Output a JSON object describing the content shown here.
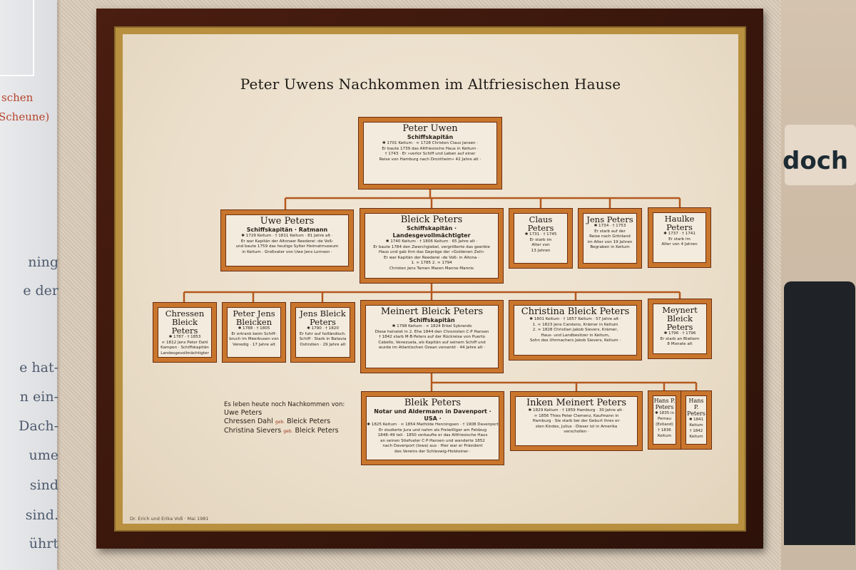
{
  "background": {
    "left_panel_lines": [
      "schen",
      "Scheune)",
      "ning",
      "e der",
      "e hat-",
      "n ein-",
      "Dach-",
      "ume",
      "sind",
      "sind.",
      "ührt"
    ],
    "right_bag_text": "doch"
  },
  "colors": {
    "frame": "#3a170c",
    "border": "#c9762d",
    "paper": "#ebdfcb",
    "lines": "#b4581e"
  },
  "title": "Peter Uwens Nachkommen im Altfriesischen Hause",
  "boxes": [
    {
      "name": "Peter Uwen",
      "role": "Schiffskapitän",
      "lines": [
        "✱ 1701 Keitum · ∞ 1728 Christen Claus Jansen ·",
        "Er baute 1739 das Altfriesische Haus in Keitum ·",
        "† 1743 · Er »verlor Schiff und Leben auf einer",
        "Reise von Hamburg nach Drontheim« 42 Jahre alt ·"
      ]
    },
    {
      "name": "Uwe Peters",
      "role": "Schiffskapitän · Ratmann",
      "lines": [
        "✱ 1729 Keitum · † 1811 Keitum · 81 Jahre alt ·",
        "Er war Kapitän der Altonaer Reederei ›de Voß‹",
        "und baute 1759 das heutige Sylter Heimatmuseum",
        "in Keitum · Großvater von Uwe Jens Lornsen ·"
      ]
    },
    {
      "name": "Bleick Peters",
      "role": "Schiffskapitän · Landesgevollmächtigter",
      "lines": [
        "✱ 1740 Keitum · † 1806 Keitum · 65 Jahre alt ·",
        "Er baute 1784 den Zwerchgiebel, vergrößerte das geerbte",
        "Haus und gab ihm das Gepräge der »Goldenen Zeit«",
        "Er war Kapitän der Reederei ›de Voß‹ in Altona ·",
        "1. ∞ 1785          2. ∞ 1794",
        "Christen Jens Tamen     Maren Manne Mannis"
      ]
    },
    {
      "name": "Claus Peters",
      "role": "",
      "lines": [
        "✱ 1731 · † 1745",
        "Er starb im",
        "Alter von",
        "13 Jahren"
      ]
    },
    {
      "name": "Jens Peters",
      "role": "",
      "lines": [
        "✱ 1734 · † 1753",
        "Er starb auf der",
        "Reise nach Grönland",
        "im Alter von 19 Jahren",
        "Begraben in Keitum"
      ]
    },
    {
      "name": "Haulke Peters",
      "role": "",
      "lines": [
        "✱ 1737 · † 1741",
        "Er starb im",
        "Alter von 4 Jahren"
      ]
    },
    {
      "name": "Chressen Bleick Peters",
      "role": "",
      "lines": [
        "✱ 1787 · † 1853",
        "∞ 1812 Jens Peter Dahl",
        "Kampen · Schiffskapitän",
        "Landesgevollmächtigter"
      ]
    },
    {
      "name": "Peter Jens Bleicken",
      "role": "",
      "lines": [
        "✱ 1788 · † 1805",
        "Er ertrank beim Schiff-",
        "bruch im Meerbusen von",
        "Venedig · 17 Jahre alt"
      ]
    },
    {
      "name": "Jens Bleick Peters",
      "role": "",
      "lines": [
        "✱ 1790 · † 1820",
        "Er fuhr auf holländisch.",
        "Schiff · Starb in Batavia",
        "Ostindien · 29 Jahre alt"
      ]
    },
    {
      "name": "Meinert Bleick Peters",
      "role": "Schiffskapitän",
      "lines": [
        "✱ 1798 Keitum · ∞ 1824 Erkel Sybrands",
        "Diese heiratet in 2. Ehe 1844 den Chronisten C·P Hansen",
        "† 1842 starb M·B·Peters auf der Rückreise von Puerto",
        "Cabello, Venezuela, als Kapitän auf seinem Schiff und",
        "wurde im Atlantischen Ozean versenkt · 44 Jahre alt ·"
      ]
    },
    {
      "name": "Christina Bleick Peters",
      "role": "",
      "lines": [
        "✱ 1801 Keitum · † 1857 Keitum · 57 Jahre alt ·",
        "1. ∞ 1823 Jens Carstens, Krämer in Keitum",
        "2. ∞ 1828 Christian Jakob Sievers, Krämer,",
        "Haus- und Landbesitzer in Keitum,",
        "Sohn des Uhrmachers Jakob Sievers, Keitum ·"
      ]
    },
    {
      "name": "Meynert Bleick Peters",
      "role": "",
      "lines": [
        "✱ 1796 · † 1796",
        "Er starb an Blattern",
        "8 Monate alt"
      ]
    },
    {
      "name": "Bleik Peters",
      "role": "Notar und Aldermann in Davenport · USA ·",
      "lines": [
        "✱ 1825 Keitum · ∞ 1854 Mathilde Henningsen · † 1908 Davenport",
        "Er studierte Jura und nahm als Freiwilliger am Feldzug",
        "1848–49 teil · 1850 verkaufte er das Altfriesische Haus",
        "an seinen Stiefvater C·P·Hansen und wanderte 1852",
        "nach Davenport (Iowa) aus · Hier war er Präsident",
        "des Vereins der Schleswig-Holsteiner ·"
      ]
    },
    {
      "name": "Inken Meinert Peters",
      "role": "",
      "lines": [
        "✱ 1829 Keitum · † 1859 Hamburg · 30 Jahre alt ·",
        "∞ 1856 Thies Peter Clemenz, Kaufmann in",
        "Hamburg · Sie starb bei der Geburt ihres er-",
        "sten Kindes, Julius · Dieser ist in Amerika",
        "verschollen ·"
      ]
    },
    {
      "name": "Hans P. Peters",
      "role": "",
      "lines": [
        "✱ 1835 in",
        "Pernau",
        "(Estland)",
        "† 1836",
        "Keitum"
      ]
    },
    {
      "name": "Hans P. Peters",
      "role": "",
      "lines": [
        "✱ 1841",
        "Keitum",
        "† 1842",
        "Keitum"
      ]
    }
  ],
  "survivors": {
    "heading": "Es leben heute noch Nachkommen von:",
    "entries": [
      {
        "name": "Uwe Peters",
        "geb": "",
        "birth_name": ""
      },
      {
        "name": "Chressen Dahl",
        "geb": "geb.",
        "birth_name": "Bleick Peters"
      },
      {
        "name": "Christina Sievers",
        "geb": "geb.",
        "birth_name": "Bleick Peters"
      }
    ]
  },
  "signature": "Dr. Erich und Erika Voß · Mai 1981"
}
